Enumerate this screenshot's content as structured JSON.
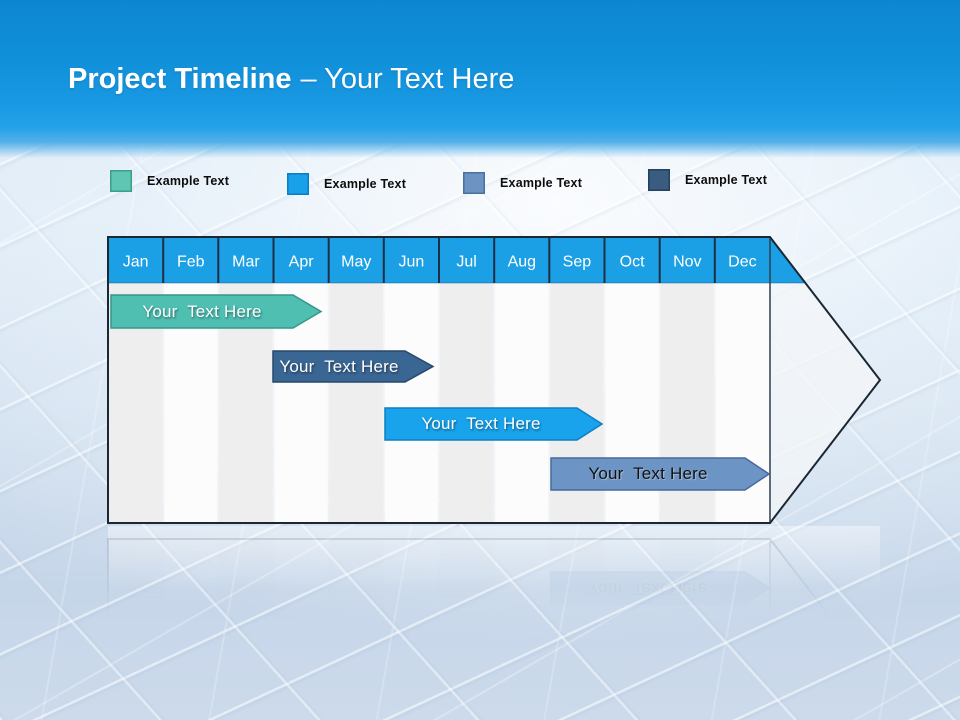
{
  "title": {
    "primary": "Project Timeline",
    "suffix": "– Your Text Here"
  },
  "legend": {
    "items": [
      {
        "label": "Example Text",
        "color": "#5EC6B3",
        "border": "#3E9E8C"
      },
      {
        "label": "Example Text",
        "color": "#18A0E8",
        "border": "#0E7DBF"
      },
      {
        "label": "Example Text",
        "color": "#6C93C1",
        "border": "#49719F"
      },
      {
        "label": "Example Text",
        "color": "#395C80",
        "border": "#24415E"
      }
    ]
  },
  "timeline": {
    "months": [
      "Jan",
      "Feb",
      "Mar",
      "Apr",
      "May",
      "Jun",
      "Jul",
      "Aug",
      "Sep",
      "Oct",
      "Nov",
      "Dec"
    ],
    "header_color": "#1B9FE5",
    "bars": [
      {
        "label": "Your  Text Here",
        "start_month": "Jan",
        "end_month": "Mar",
        "color": "#4FBFB2",
        "border": "#35968B",
        "text_color": "#FFFFFF"
      },
      {
        "label": "Your  Text Here",
        "start_month": "Apr",
        "end_month": "Jun",
        "color": "#3A6694",
        "border": "#27486B",
        "text_color": "#FFFFFF"
      },
      {
        "label": "Your  Text Here",
        "start_month": "Jun",
        "end_month": "Sep",
        "color": "#18A3EC",
        "border": "#0F7FC0",
        "text_color": "#FFFFFF"
      },
      {
        "label": "Your  Text Here",
        "start_month": "Sep",
        "end_month": "Dec",
        "color": "#6C94C4",
        "border": "#47699A",
        "text_color": "#1A1A1A"
      }
    ]
  }
}
